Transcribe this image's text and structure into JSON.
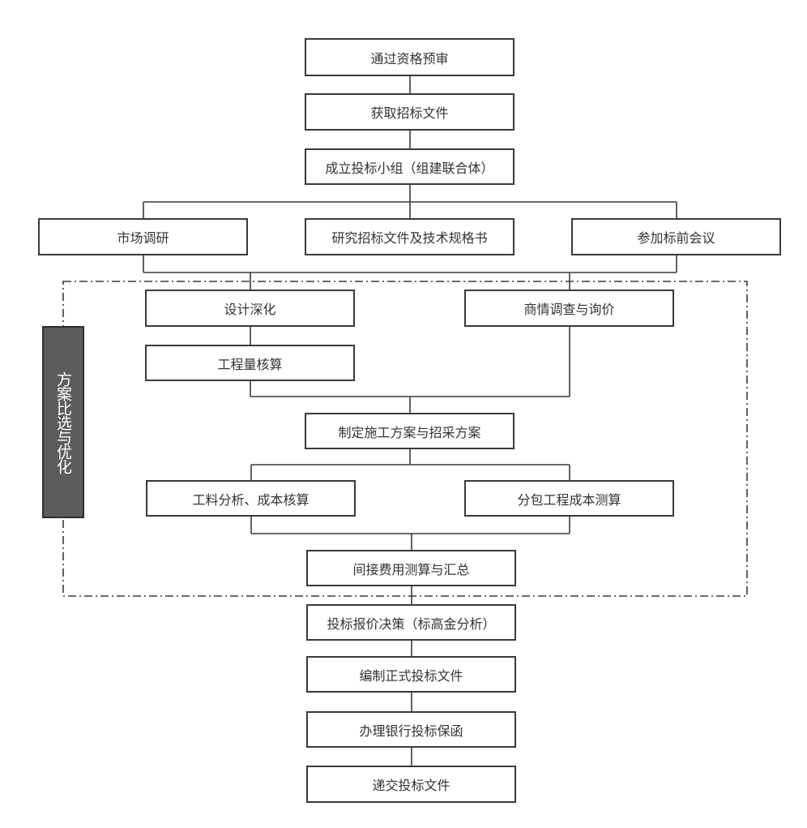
{
  "steps": {
    "prequalify": "通过资格预审",
    "obtain_docs": "获取招标文件",
    "form_team": "成立投标小组（组建联合体）",
    "market_research": "市场调研",
    "study_docs": "研究招标文件及技术规格书",
    "pre_bid_meeting": "参加标前会议",
    "design_deepen": "设计深化",
    "price_survey": "商情调查与询价",
    "quantity_check": "工程量核算",
    "construction_plan": "制定施工方案与招采方案",
    "material_analysis": "工料分析、成本核算",
    "subcontract_cost": "分包工程成本测算",
    "indirect_cost": "间接费用测算与汇总",
    "bid_decision": "投标报价决策（标高金分析）",
    "prepare_formal": "编制正式投标文件",
    "bank_guarantee": "办理银行投标保函",
    "submit": "递交投标文件"
  },
  "side_label": "方案比选与优化",
  "colors": {
    "line": "#3a3a3a",
    "box_border": "#3a3a3a",
    "side_fill": "#5c5c5c",
    "text": "#333333"
  }
}
